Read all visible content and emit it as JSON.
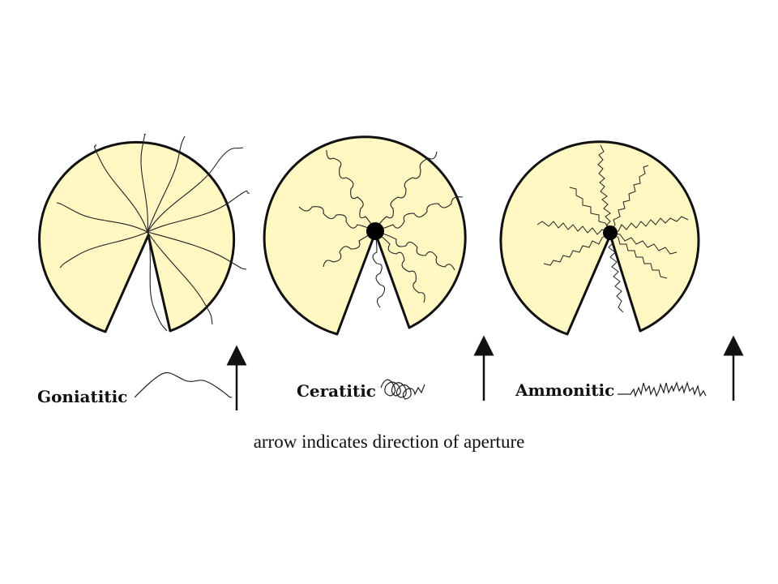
{
  "labels": {
    "goniatitic": "Goniatitic",
    "ceratitic": "Ceratitic",
    "ammonitic": "Ammonitic"
  },
  "caption": "arrow indicates direction of aperture",
  "colors": {
    "shell_fill": "#fff8c2",
    "outline": "#111111",
    "background": "#ffffff"
  }
}
